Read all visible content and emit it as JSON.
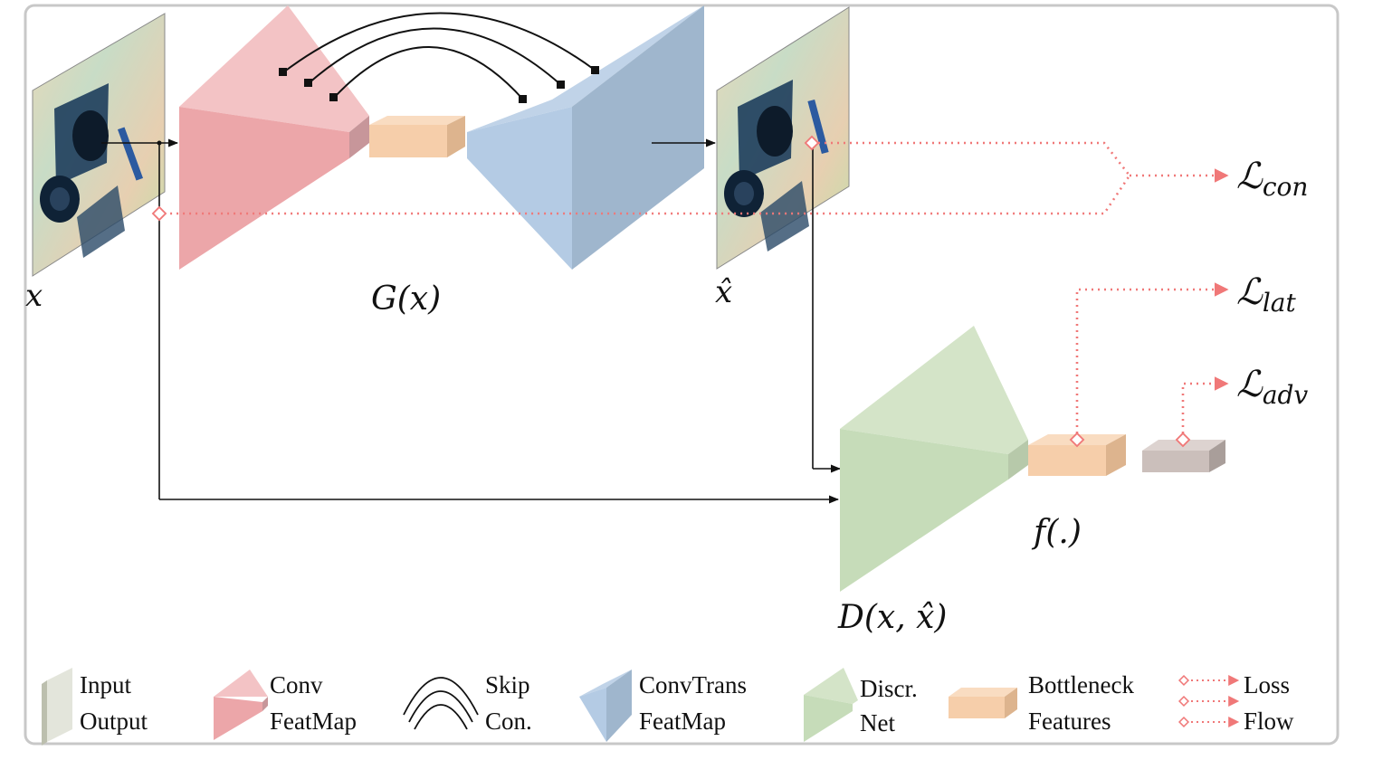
{
  "labels": {
    "input": "x",
    "output": "x̂",
    "generator": "G(x)",
    "discriminator": "D(x, x̂)",
    "feature": "f(.)"
  },
  "losses": {
    "symbol": "ℒ",
    "con": "con",
    "lat": "lat",
    "adv": "adv"
  },
  "legend": {
    "io": [
      "Input",
      "Output"
    ],
    "conv": [
      "Conv",
      "FeatMap"
    ],
    "skip": [
      "Skip",
      "Con."
    ],
    "convtrans": [
      "ConvTrans",
      "FeatMap"
    ],
    "discr": [
      "Discr.",
      "Net"
    ],
    "bottleneck": [
      "Bottleneck",
      "Features"
    ],
    "lossflow": [
      "Loss",
      "Flow"
    ]
  },
  "colors": {
    "conv": "#eda0a3",
    "convtrans": "#9dbbd8",
    "discr": "#c6dcb9",
    "bottleneck": "#f6ceaa",
    "feature_out": "#cbbfbb",
    "loss": "#f07878",
    "frame": "#cccccc"
  }
}
